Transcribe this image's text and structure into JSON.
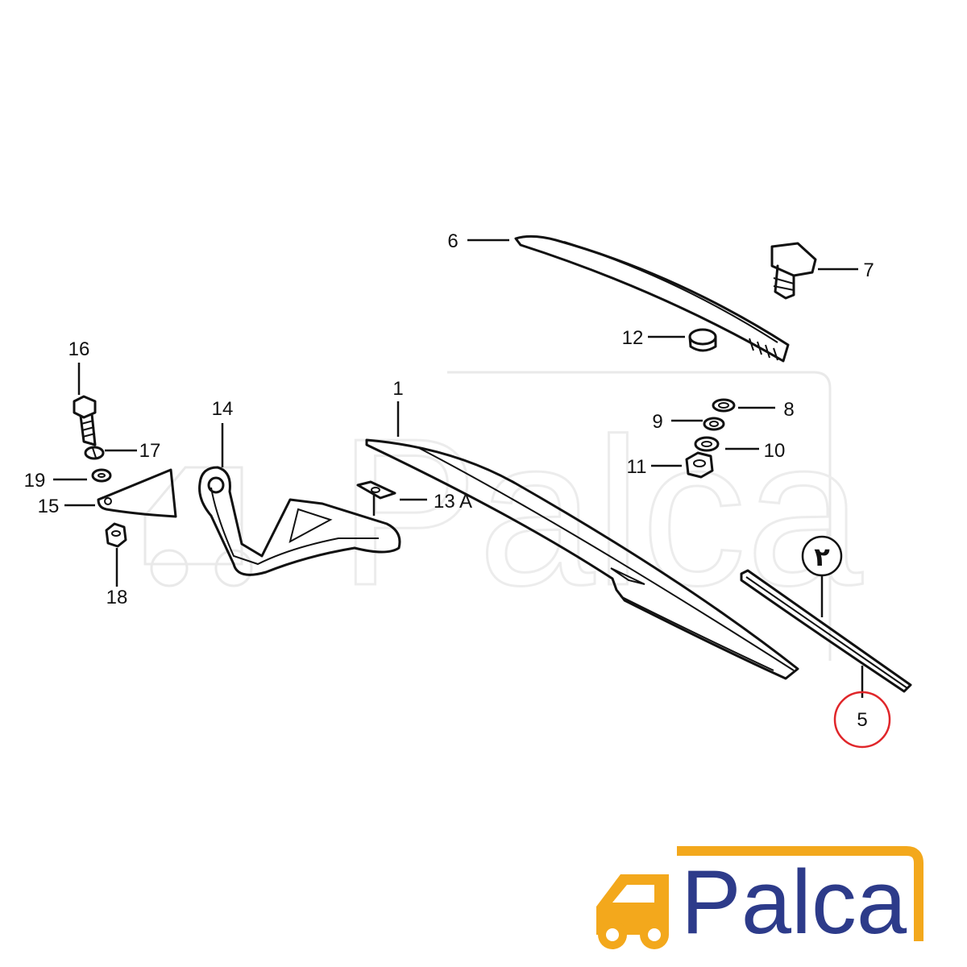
{
  "callouts": {
    "p1": "1",
    "p5": "5",
    "p6": "6",
    "p7": "7",
    "p8": "8",
    "p9": "9",
    "p10": "10",
    "p11": "11",
    "p12": "12",
    "p13a": "13 A",
    "p14": "14",
    "p15": "15",
    "p16": "16",
    "p17": "17",
    "p18": "18",
    "p19": "19"
  },
  "highlight": {
    "part": "5",
    "color": "#e0262a"
  },
  "badge_symbol": "٢",
  "brand": {
    "name": "Palca",
    "text_color": "#2d3b8a",
    "frame_color": "#f3a81c",
    "watermark": "Palca"
  }
}
